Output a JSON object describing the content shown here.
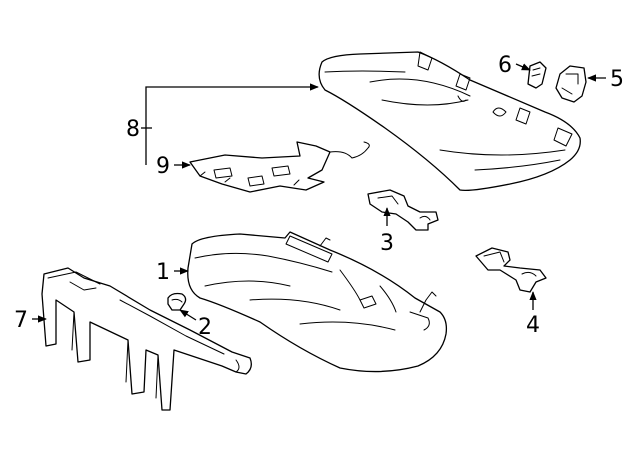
{
  "diagram": {
    "callouts": [
      {
        "id": "c1",
        "text": "1"
      },
      {
        "id": "c2",
        "text": "2"
      },
      {
        "id": "c3",
        "text": "3"
      },
      {
        "id": "c4",
        "text": "4"
      },
      {
        "id": "c5",
        "text": "5"
      },
      {
        "id": "c6",
        "text": "6"
      },
      {
        "id": "c7",
        "text": "7"
      },
      {
        "id": "c8",
        "text": "8"
      },
      {
        "id": "c9",
        "text": "9"
      }
    ],
    "colors": {
      "line": "#000000",
      "background": "#ffffff"
    }
  }
}
